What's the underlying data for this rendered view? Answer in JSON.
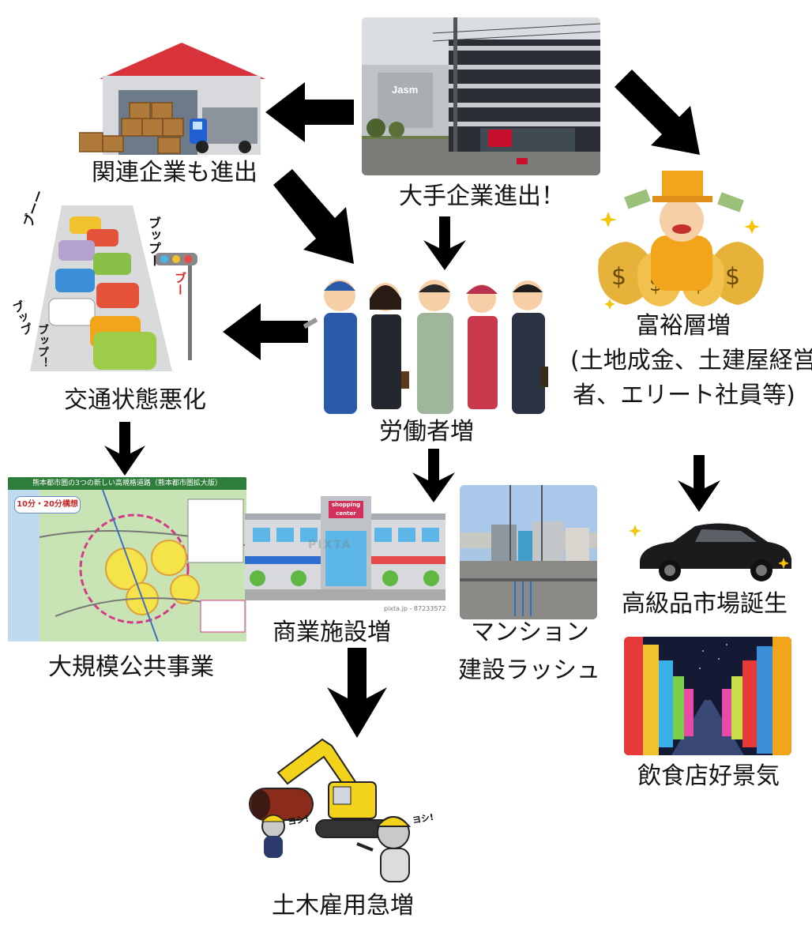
{
  "nodes": {
    "company": {
      "label": "大手企業進出！",
      "sign": "Jasm"
    },
    "related": {
      "label": "関連企業も進出"
    },
    "wealthy": {
      "label_lines": [
        "富裕層増",
        "(土地成金、土建屋経営",
        "者、エリート社員等)"
      ]
    },
    "workers": {
      "label": "労働者増"
    },
    "traffic": {
      "label": "交通状態悪化",
      "sfx": [
        "ブーー",
        "ブップー",
        "ブー",
        "ブップ",
        "ブップ！"
      ]
    },
    "public_works": {
      "label": "大規模公共事業",
      "map_title": "熊本都市圏の3つの新しい高規格道路（熊本都市圏拡大版）",
      "map_badge": "10分・20分構想"
    },
    "commercial": {
      "label": "商業施設増",
      "sign": "shopping center",
      "watermark": "PIXTA",
      "credit": "pixta.jp - 87233572"
    },
    "mansion": {
      "label_lines": [
        "マンション",
        "建設ラッシュ"
      ]
    },
    "luxury": {
      "label": "高級品市場誕生"
    },
    "restaurants": {
      "label": "飲食店好景気"
    },
    "civil": {
      "label": "土木雇用急増",
      "bubbles": [
        "ヨシ!",
        "ヨシ!"
      ]
    }
  },
  "colors": {
    "arrow": "#000000",
    "roof": "#d8323a",
    "gold": "#f2a51a",
    "map_green": "#c9e4b4",
    "excavator": "#f2d21b"
  }
}
